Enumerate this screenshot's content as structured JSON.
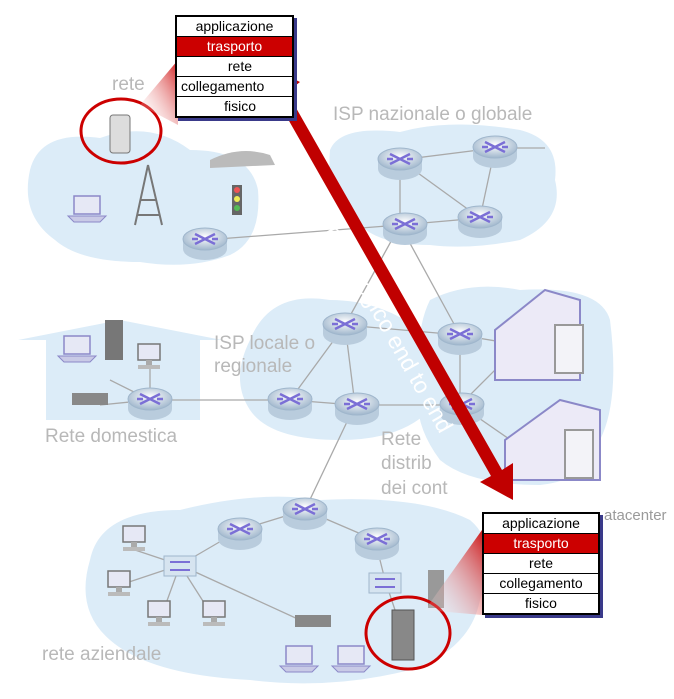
{
  "labels": {
    "rete_mobile": "rete",
    "isp_nazionale": "ISP nazionale o globale",
    "isp_locale_1": "ISP locale o",
    "isp_locale_2": "regionale",
    "rete_domestica": "Rete domestica",
    "rete_distrib_1": "Rete",
    "rete_distrib_2": "distrib",
    "rete_distrib_3": "dei cont",
    "datacenter": "atacenter",
    "rete_aziendale": "rete aziendale"
  },
  "arrow_label": "trasporto logico end to end",
  "stack_top": {
    "layers": [
      "applicazione",
      "trasporto",
      "rete",
      "collegamento",
      "fisico"
    ],
    "highlighted": "trasporto"
  },
  "stack_bottom": {
    "layers": [
      "applicazione",
      "trasporto",
      "rete",
      "collegamento",
      "fisico"
    ],
    "highlighted": "trasporto"
  },
  "colors": {
    "arrow": "#c00000",
    "highlight": "#cc0000",
    "cloud": "#dcecf8",
    "router": "#d6e4f0",
    "router_x": "#7b6fd6",
    "link": "#a9a9a9",
    "label": "#b8b8b8"
  }
}
